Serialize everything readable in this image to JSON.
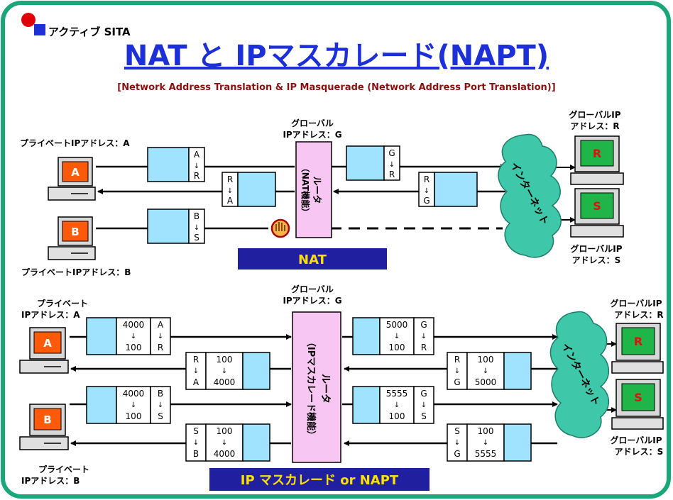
{
  "logo": {
    "text": "アクティブ SITA"
  },
  "title": "NAT と IPマスカレード(NAPT)",
  "subtitle": "[Network Address Translation & IP Masquerade (Network Address Port Translation)]",
  "nat": {
    "label": "NAT",
    "private_a": "プライベートIPアドレス：A",
    "private_b": "プライベートIPアドレス：B",
    "global_g": [
      "グローバル",
      "IPアドレス：G"
    ],
    "global_r": [
      "グローバルIP",
      "アドレス：R"
    ],
    "global_s": [
      "グローバルIP",
      "アドレス：S"
    ],
    "router": [
      "ルータ",
      "（NAT機能）"
    ],
    "internet": "インターネット",
    "host_a": "A",
    "host_b": "B",
    "server_r": "R",
    "server_s": "S",
    "packets": {
      "a_out": [
        "A",
        "↓",
        "R"
      ],
      "r_in": [
        "R",
        "↓",
        "A"
      ],
      "b_out": [
        "B",
        "↓",
        "S"
      ],
      "g_out": [
        "G",
        "↓",
        "R"
      ],
      "r_g": [
        "R",
        "↓",
        "G"
      ]
    }
  },
  "napt": {
    "label": "IP マスカレード or NAPT",
    "private_a": [
      "プライベート",
      "IPアドレス：A"
    ],
    "private_b": [
      "プライベート",
      "IPアドレス：B"
    ],
    "global_g": [
      "グローバル",
      "IPアドレス：G"
    ],
    "global_r": [
      "グローバルIP",
      "アドレス：R"
    ],
    "global_s": [
      "グローバルIP",
      "アドレス：S"
    ],
    "router": [
      "ルータ",
      "（IPマスカレード機能）"
    ],
    "internet": "インターネット",
    "host_a": "A",
    "host_b": "B",
    "server_r": "R",
    "server_s": "S",
    "packets": {
      "a_out": {
        "port": [
          "4000",
          "↓",
          "100"
        ],
        "addr": [
          "A",
          "↓",
          "R"
        ]
      },
      "a_in": {
        "addr": [
          "R",
          "↓",
          "A"
        ],
        "port": [
          "100",
          "↓",
          "4000"
        ]
      },
      "b_out": {
        "port": [
          "4000",
          "↓",
          "100"
        ],
        "addr": [
          "B",
          "↓",
          "S"
        ]
      },
      "b_in": {
        "addr": [
          "S",
          "↓",
          "B"
        ],
        "port": [
          "100",
          "↓",
          "4000"
        ]
      },
      "g_r_out": {
        "port": [
          "5000",
          "↓",
          "100"
        ],
        "addr": [
          "G",
          "↓",
          "R"
        ]
      },
      "r_g_in": {
        "addr": [
          "R",
          "↓",
          "G"
        ],
        "port": [
          "100",
          "↓",
          "5000"
        ]
      },
      "g_s_out": {
        "port": [
          "5555",
          "↓",
          "100"
        ],
        "addr": [
          "G",
          "↓",
          "S"
        ]
      },
      "s_g_in": {
        "addr": [
          "S",
          "↓",
          "G"
        ],
        "port": [
          "100",
          "↓",
          "5555"
        ]
      }
    }
  },
  "colors": {
    "frame": "#19a679",
    "title": "#1d2fd6",
    "subtitle": "#8a1111",
    "packet_fill": "#9fe3ff",
    "router_fill": "#f7c6f2",
    "cloud_fill": "#3ec7a8",
    "label_bar": "#1f1f9f",
    "label_text": "#ffe000",
    "host_screen": "#ff5a0a",
    "server_screen": "#20b548"
  }
}
